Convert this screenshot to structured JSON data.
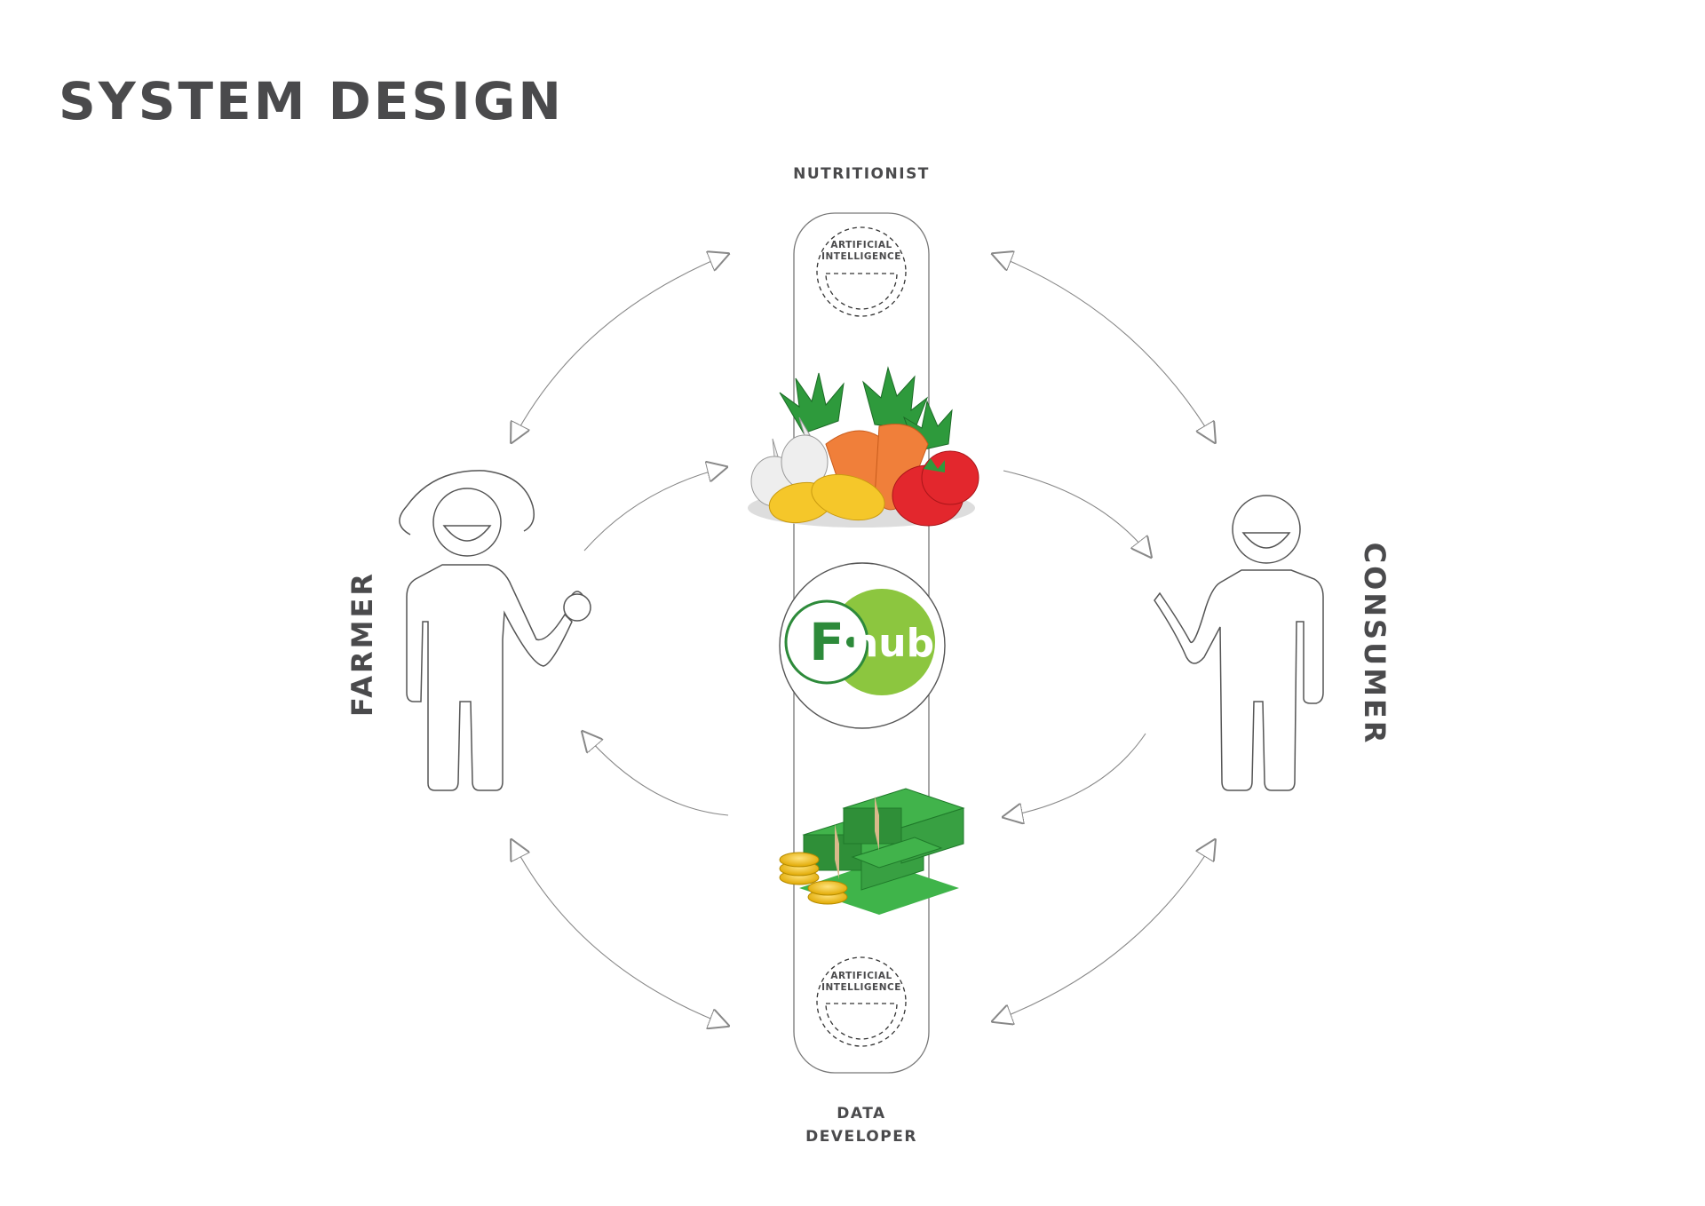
{
  "title": "SYSTEM DESIGN",
  "roles": {
    "top": "NUTRITIONIST",
    "bottom_line1": "DATA",
    "bottom_line2": "DEVELOPER",
    "left": "FARMER",
    "right": "CONSUMER"
  },
  "ai_module": {
    "line1": "ARTIFICIAL",
    "line2": "INTELLIGENCE"
  },
  "logo": {
    "letter": "F",
    "text": "hub",
    "colors": {
      "dark_green": "#2d8a3a",
      "light_green": "#8cc63f"
    }
  },
  "icons": {
    "farmer": "farmer-figure-icon",
    "consumer": "consumer-figure-icon",
    "produce": "vegetables-icon",
    "money": "money-stack-icon"
  },
  "colors": {
    "text": "#4a4a4c",
    "line": "#888888"
  }
}
